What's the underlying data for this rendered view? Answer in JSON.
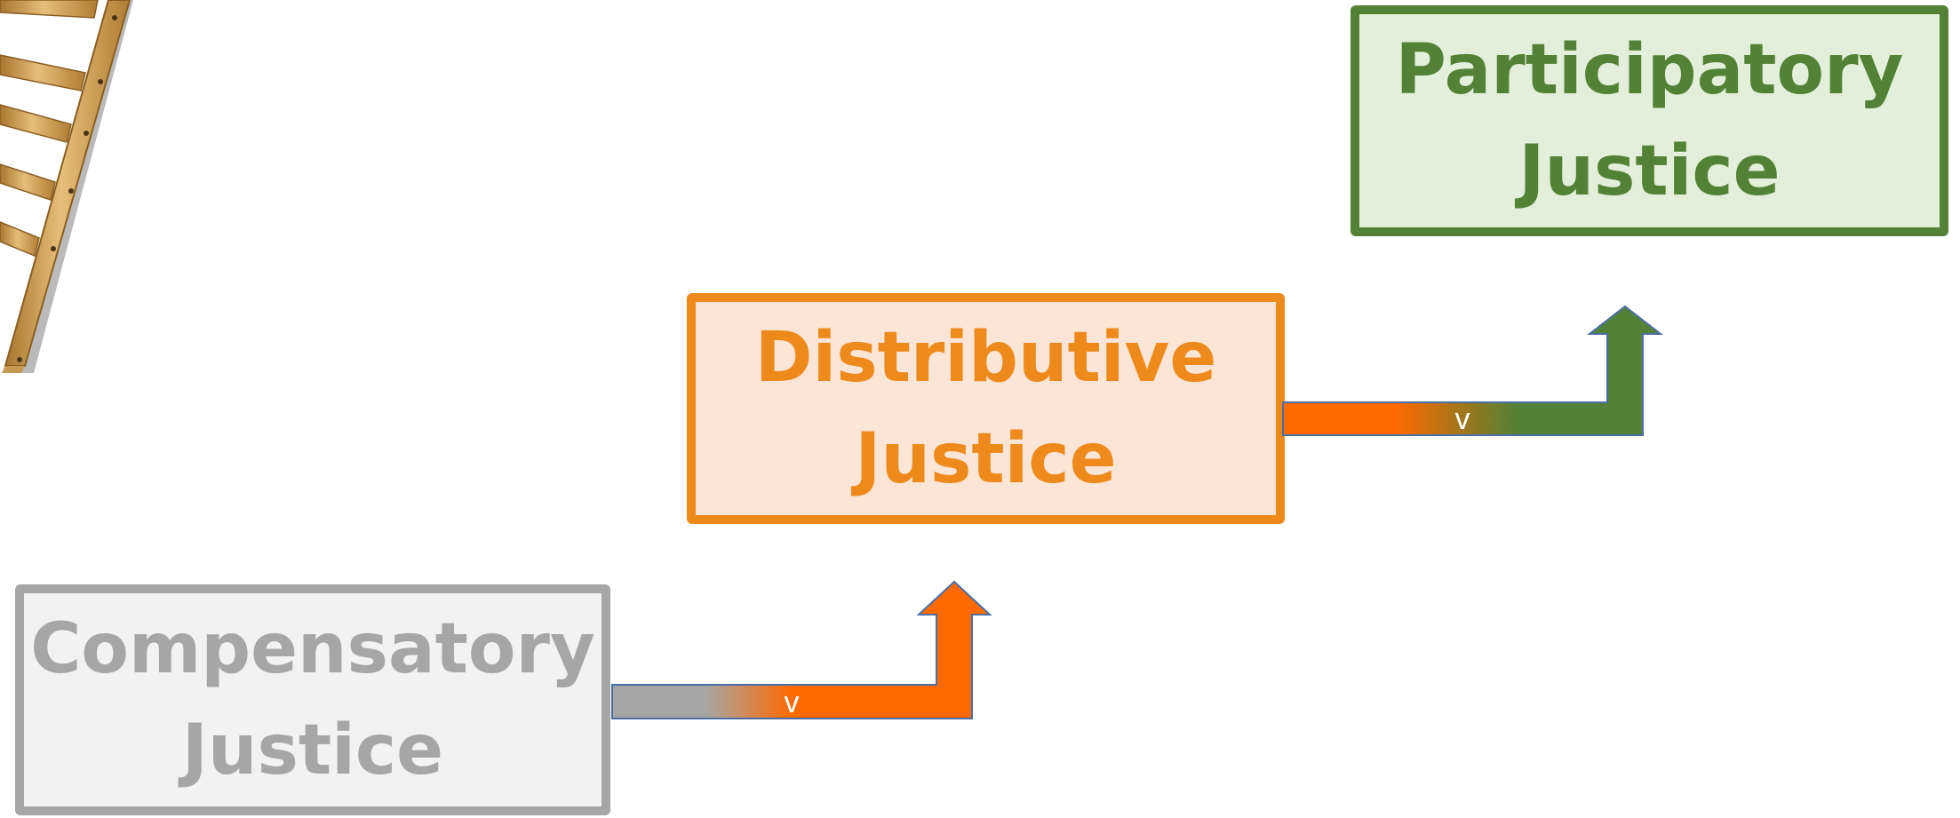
{
  "boxes": {
    "compensatory": {
      "line1": "Compensatory",
      "line2": "Justice"
    },
    "distributive": {
      "line1": "Distributive",
      "line2": "Justice"
    },
    "participatory": {
      "line1": "Participatory",
      "line2": "Justice"
    }
  },
  "arrows": {
    "first": {
      "label": "v"
    },
    "second": {
      "label": "v"
    }
  },
  "colors": {
    "gray": "#a6a6a6",
    "gray_fill": "#f2f2f2",
    "orange": "#ee8a1c",
    "orange_fill": "#fbe5d6",
    "arrow_orange": "#ff6a00",
    "green": "#538135",
    "green_fill": "#e2efda",
    "arrow_outline": "#4a6fa5"
  },
  "icons": {
    "ladder": "ladder-icon"
  }
}
